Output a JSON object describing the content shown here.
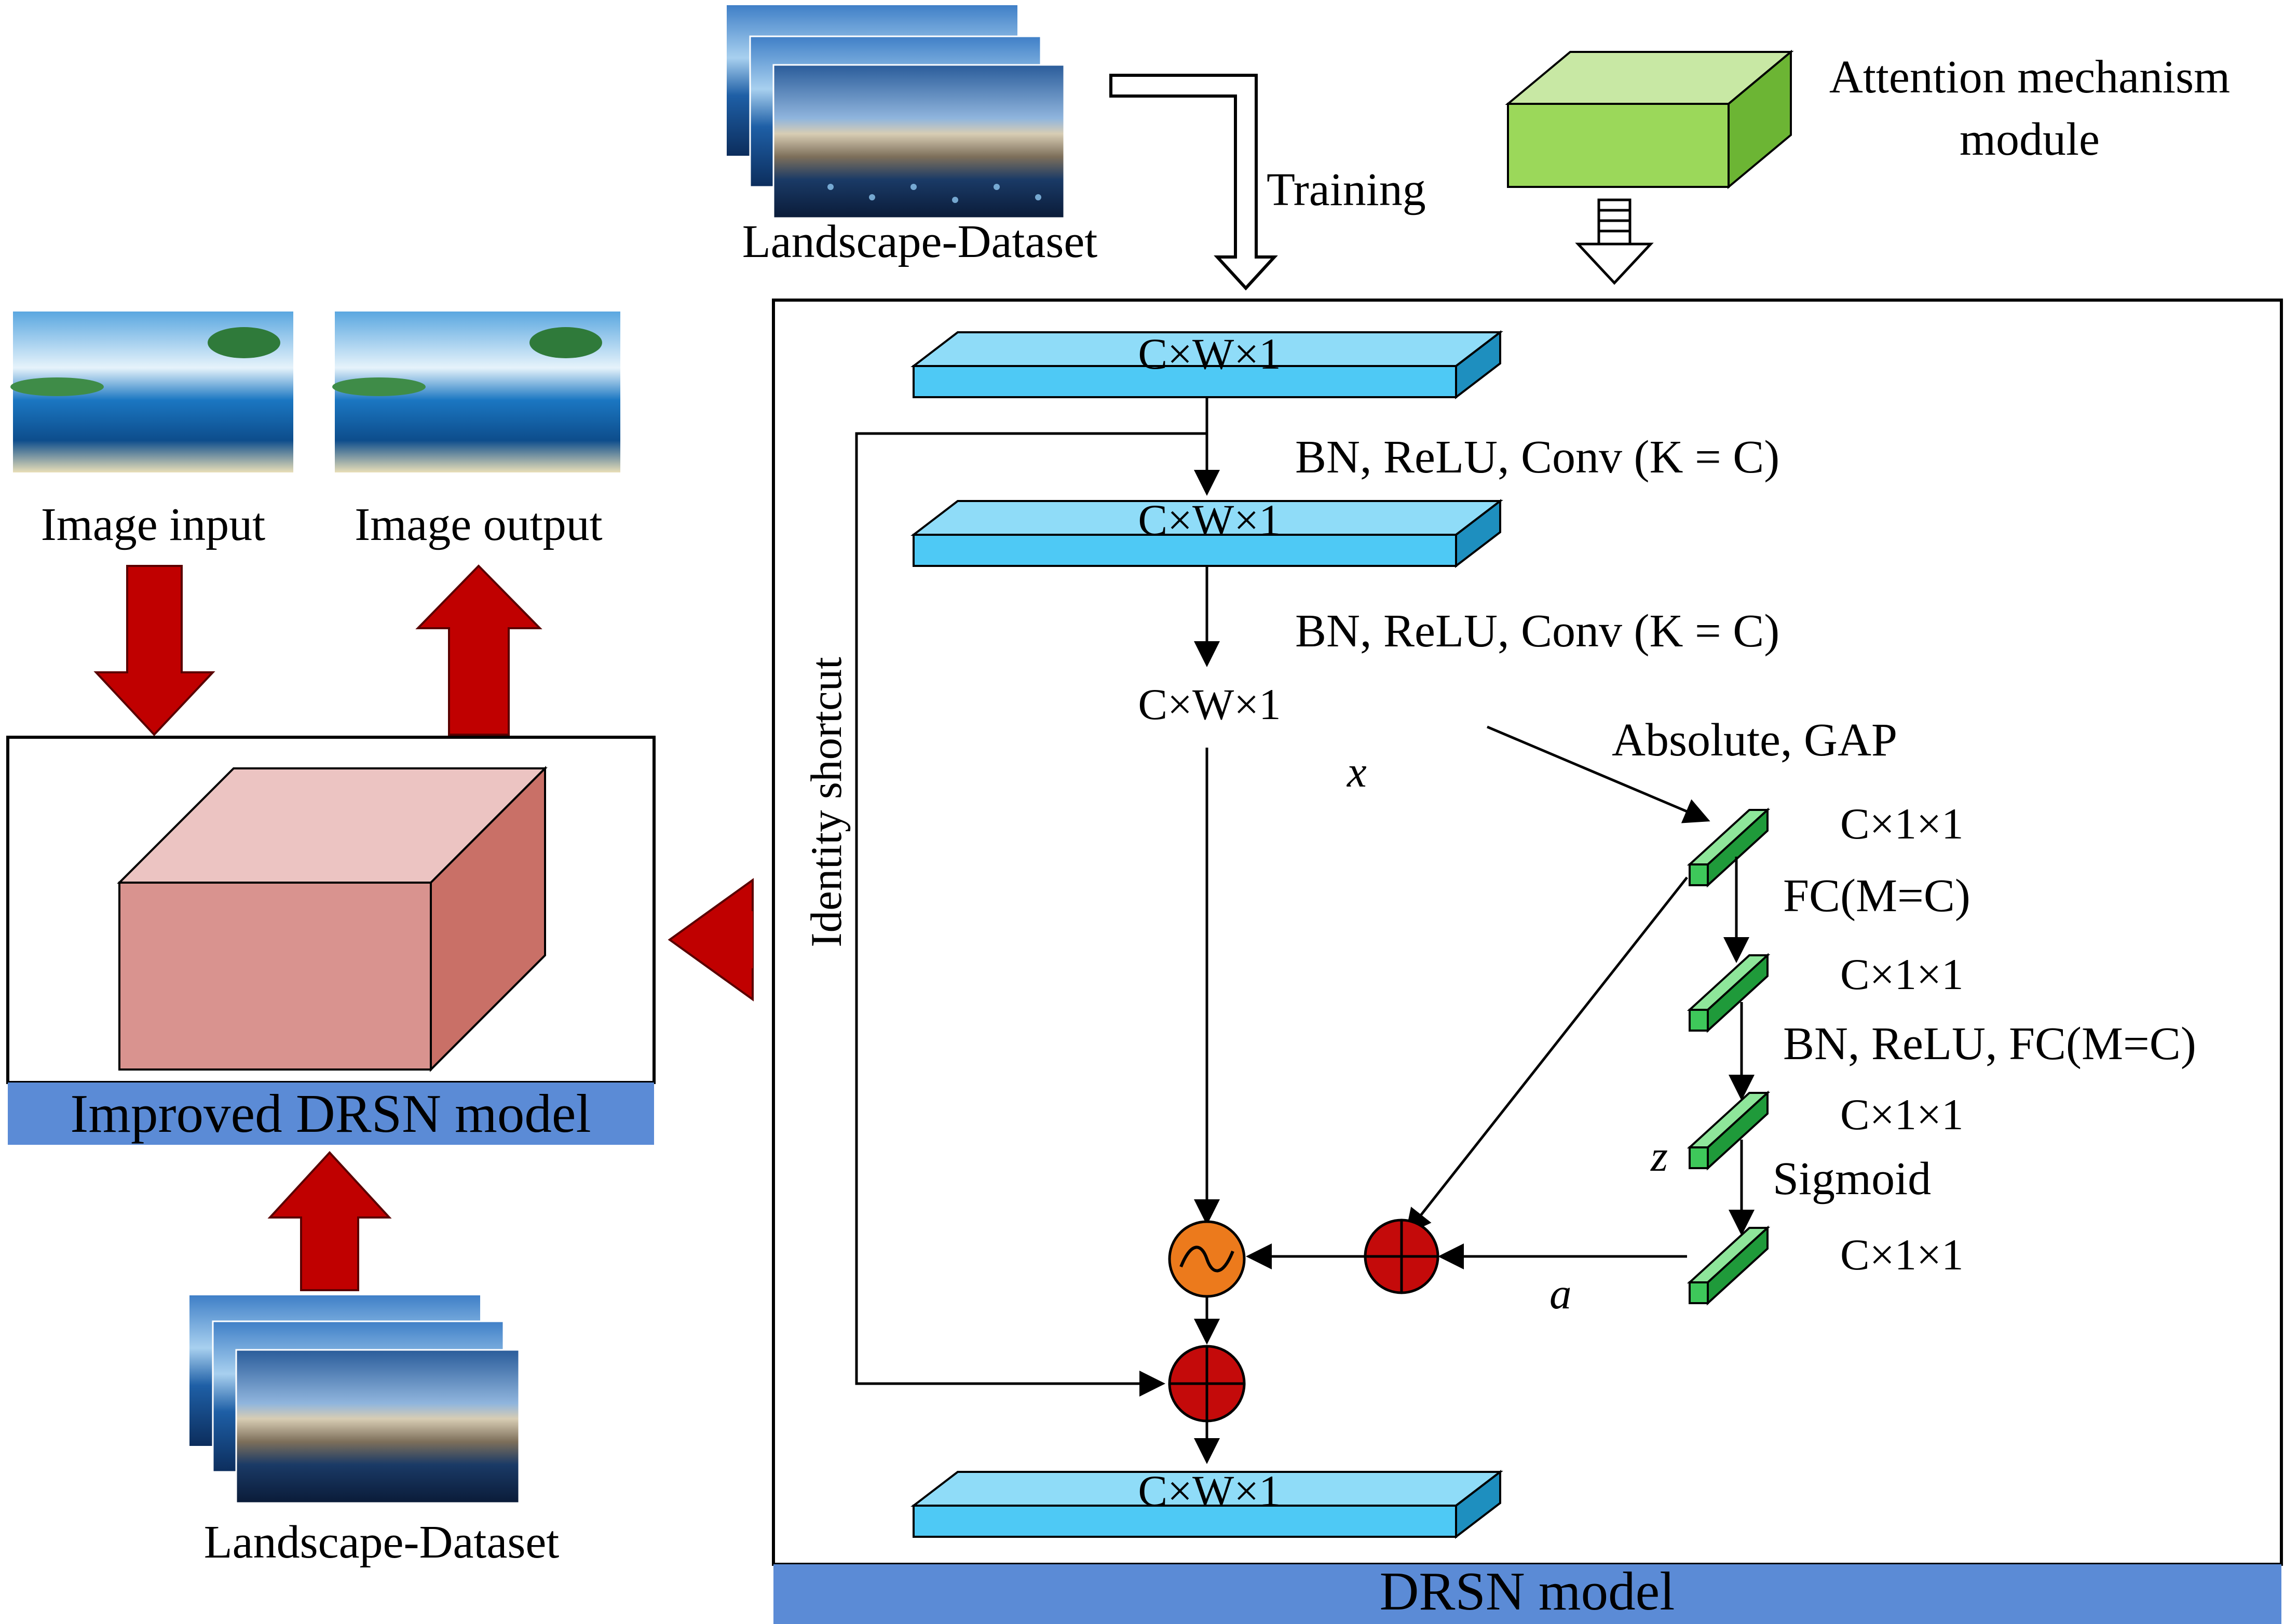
{
  "colors": {
    "accent_blue": "#5b8bd6",
    "layer_blue": "#4ec9f5",
    "layer_blue_dark": "#1e8fbf",
    "attention_green": "#9bd85a",
    "fc_green": "#3ec85a",
    "model_pink": "#d9938f",
    "merge_red": "#c40a0a",
    "soft_orange": "#ec7a1c"
  },
  "top": {
    "dataset_label": "Landscape-Dataset",
    "training_label": "Training",
    "attention_label_line1": "Attention mechanism",
    "attention_label_line2": "module"
  },
  "left": {
    "image_input_label": "Image input",
    "image_output_label": "Image output",
    "model_title": "Improved DRSN model",
    "dataset_label": "Landscape-Dataset"
  },
  "drsn": {
    "title": "DRSN model",
    "layer1": "C×W×1",
    "op1": "BN, ReLU, Conv (K = C)",
    "layer2": "C×W×1",
    "op2": "BN, ReLU, Conv (K = C)",
    "layer3": "C×W×1",
    "x_label": "x",
    "identity_label": "Identity shortcut",
    "abs_gap": "Absolute, GAP",
    "fc_size1": "C×1×1",
    "fc_op1": "FC(M=C)",
    "fc_size2": "C×1×1",
    "fc_op2": "BN, ReLU, FC(M=C)",
    "fc_size3": "C×1×1",
    "z_label": "z",
    "sigmoid": "Sigmoid",
    "fc_size4": "C×1×1",
    "a_label": "a",
    "layer_out": "C×W×1"
  }
}
